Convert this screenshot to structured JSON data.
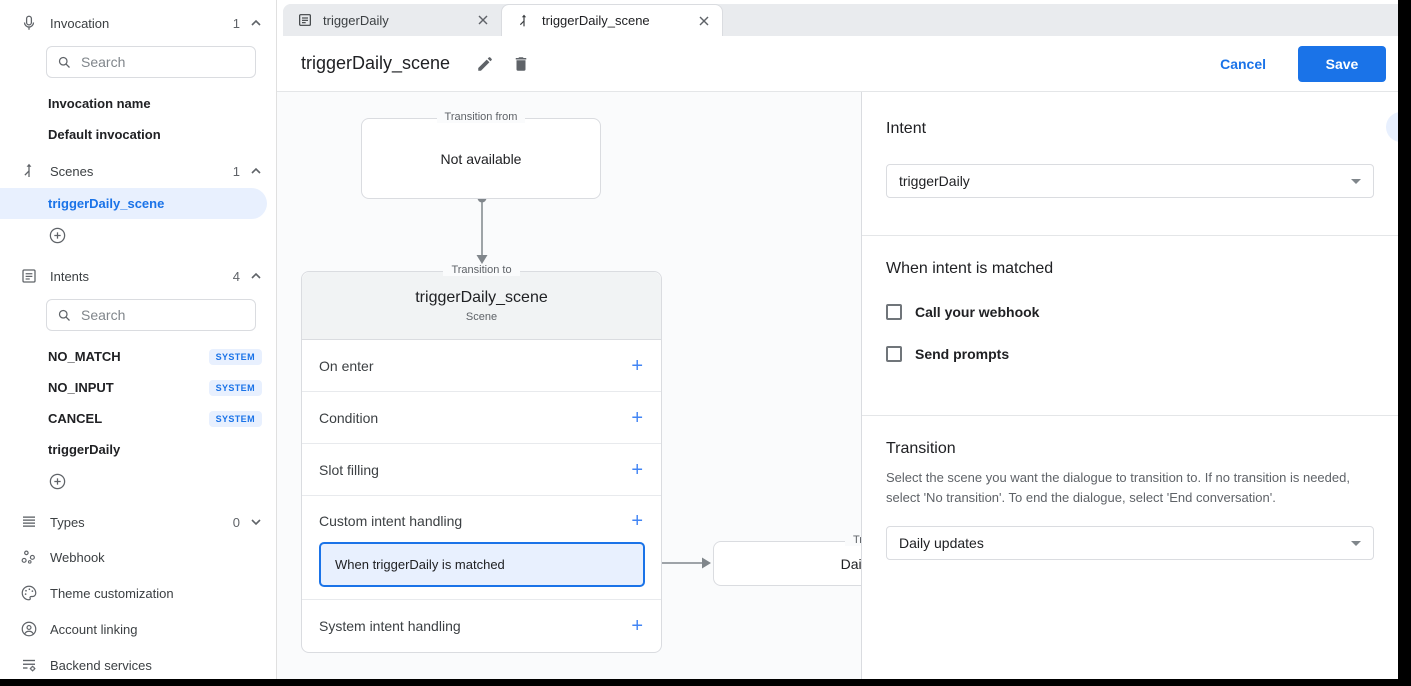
{
  "colors": {
    "accent": "#1a73e8",
    "accent_light": "#e8f0fe",
    "badge_bg": "#e8f0fe",
    "save_bg": "#1a73e8",
    "selected_border": "#1a73e8"
  },
  "icons": {
    "mic-icon": "microphone",
    "search-icon": "magnifier",
    "scene-icon": "merge-arrow-up",
    "intent-icon": "document-lines",
    "types-icon": "four-lines",
    "webhook-icon": "three-nodes",
    "theme-icon": "palette",
    "account-icon": "person-circle",
    "backend-icon": "lines-gear",
    "plus-circle-icon": "circled-plus",
    "chevron-up-icon": "^",
    "chevron-down-icon": "v",
    "chevron-right-icon": ">",
    "close-icon": "x",
    "pencil-icon": "edit",
    "trash-icon": "delete",
    "dropdown-caret": "triangle-down"
  },
  "sidebar": {
    "invocation": {
      "label": "Invocation",
      "count": "1",
      "search_placeholder": "Search",
      "items": [
        {
          "label": "Invocation name"
        },
        {
          "label": "Default invocation"
        }
      ]
    },
    "scenes": {
      "label": "Scenes",
      "count": "1",
      "items": [
        {
          "label": "triggerDaily_scene",
          "selected": true
        }
      ]
    },
    "intents": {
      "label": "Intents",
      "count": "4",
      "search_placeholder": "Search",
      "items": [
        {
          "label": "NO_MATCH",
          "badge": "SYSTEM"
        },
        {
          "label": "NO_INPUT",
          "badge": "SYSTEM"
        },
        {
          "label": "CANCEL",
          "badge": "SYSTEM"
        },
        {
          "label": "triggerDaily",
          "badge": ""
        }
      ]
    },
    "types": {
      "label": "Types",
      "count": "0"
    },
    "links": [
      {
        "label": "Webhook"
      },
      {
        "label": "Theme customization"
      },
      {
        "label": "Account linking"
      },
      {
        "label": "Backend services"
      }
    ]
  },
  "tabs": [
    {
      "label": "triggerDaily"
    },
    {
      "label": "triggerDaily_scene",
      "active": true
    }
  ],
  "header": {
    "title": "triggerDaily_scene",
    "cancel_label": "Cancel",
    "save_label": "Save"
  },
  "canvas": {
    "transition_from": {
      "legend": "Transition from",
      "text": "Not available"
    },
    "scene_card": {
      "legend": "Transition to",
      "title": "triggerDaily_scene",
      "subtitle": "Scene",
      "plus": "+",
      "rows": [
        {
          "label": "On enter"
        },
        {
          "label": "Condition"
        },
        {
          "label": "Slot filling"
        },
        {
          "label": "Custom intent handling",
          "child": "When triggerDaily is matched"
        },
        {
          "label": "System intent handling"
        }
      ]
    },
    "next_card": {
      "legend": "Transition to",
      "text": "Daily updates"
    }
  },
  "panel": {
    "intent": {
      "heading": "Intent",
      "value": "triggerDaily"
    },
    "matched": {
      "heading": "When intent is matched",
      "checkboxes": [
        {
          "label": "Call your webhook",
          "checked": false
        },
        {
          "label": "Send prompts",
          "checked": false
        }
      ]
    },
    "transition": {
      "heading": "Transition",
      "description": "Select the scene you want the dialogue to transition to. If no transition is needed, select 'No transition'. To end the dialogue, select 'End conversation'.",
      "value": "Daily updates"
    }
  }
}
